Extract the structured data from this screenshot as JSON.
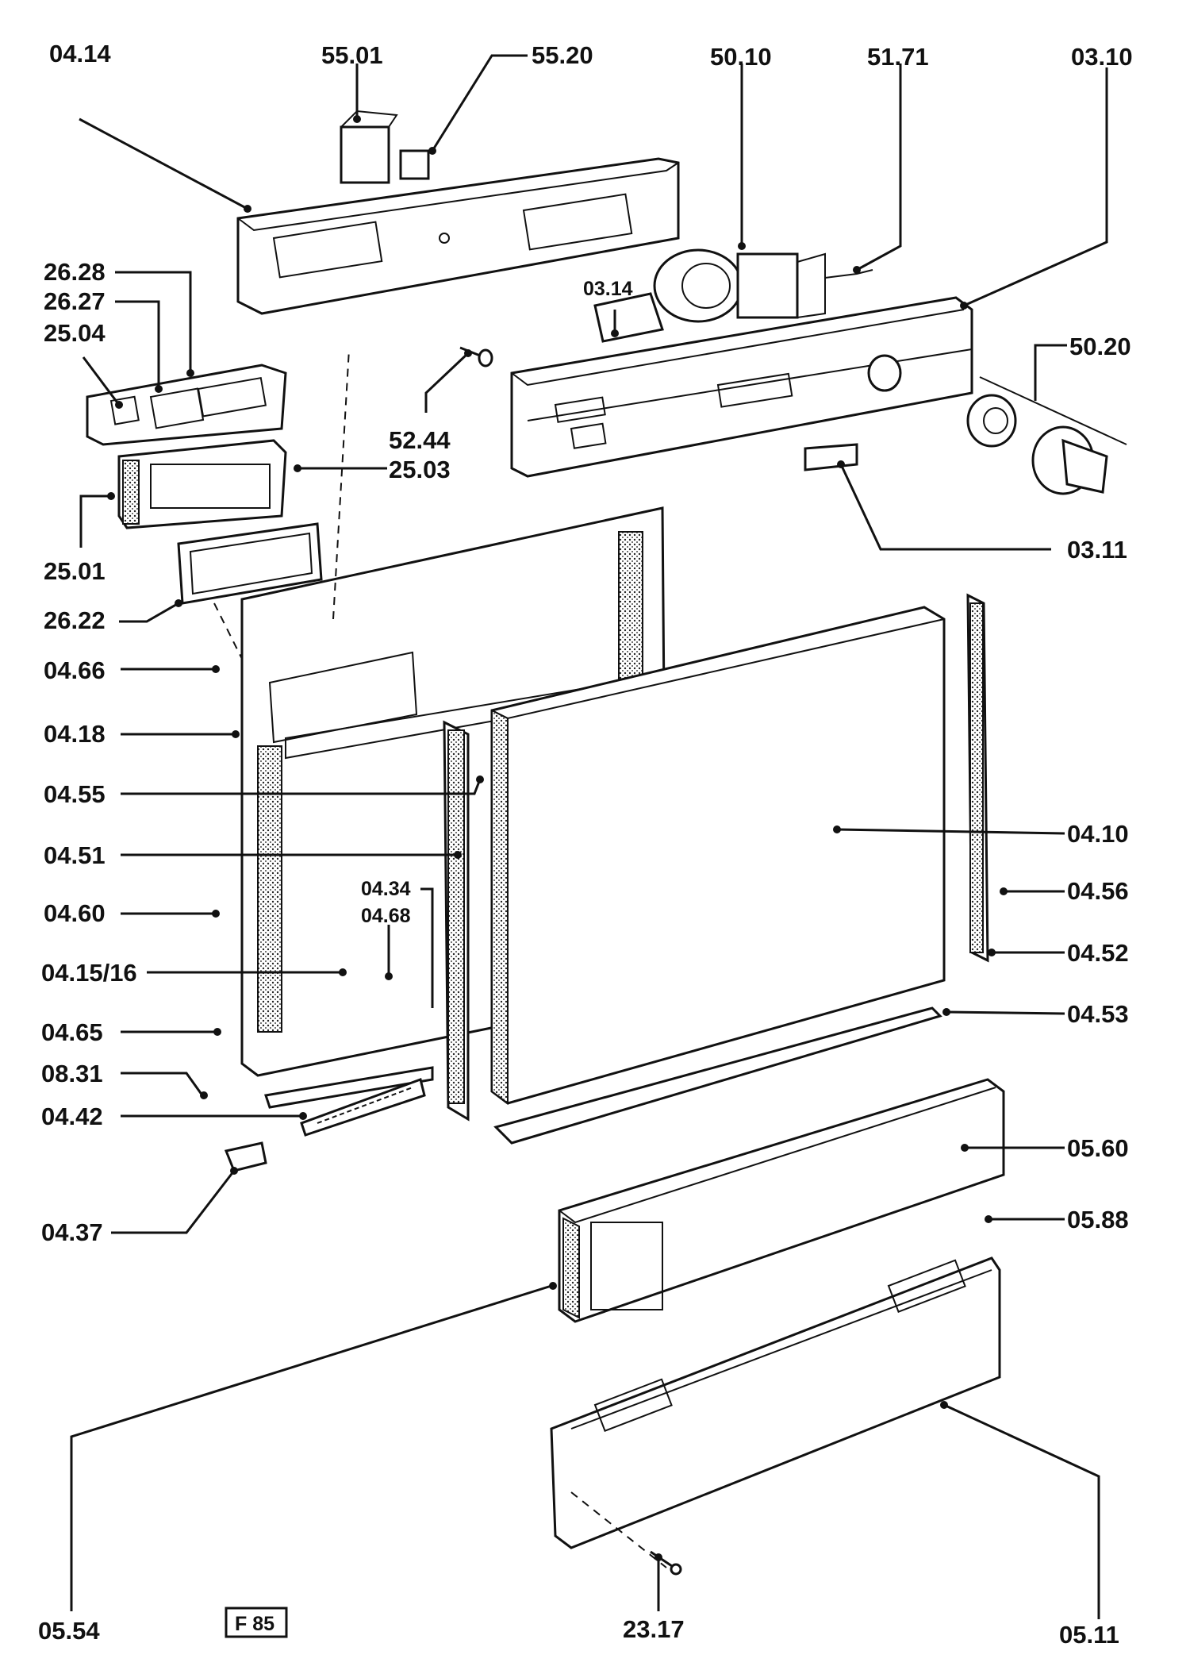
{
  "diagram": {
    "figure_tag": "F 85",
    "labels": {
      "p0414": "04.14",
      "p5501": "55.01",
      "p5520": "55.20",
      "p5010": "50.10",
      "p5171": "51.71",
      "p0310": "03.10",
      "p2628": "26.28",
      "p2627": "26.27",
      "p2504": "25.04",
      "p0314": "03.14",
      "p5020": "50.20",
      "p5244": "52.44",
      "p2503": "25.03",
      "p2501": "25.01",
      "p0311": "03.11",
      "p2622": "26.22",
      "p0466": "04.66",
      "p0418": "04.18",
      "p0455": "04.55",
      "p0451": "04.51",
      "p0410": "04.10",
      "p0434": "04.34",
      "p0468": "04.68",
      "p0456": "04.56",
      "p0460": "04.60",
      "p041516": "04.15/16",
      "p0452": "04.52",
      "p0465": "04.65",
      "p0453": "04.53",
      "p0831": "08.31",
      "p0442": "04.42",
      "p0560": "05.60",
      "p0437": "04.37",
      "p0588": "05.88",
      "p0554": "05.54",
      "p2317": "23.17",
      "p0511": "05.11"
    }
  }
}
